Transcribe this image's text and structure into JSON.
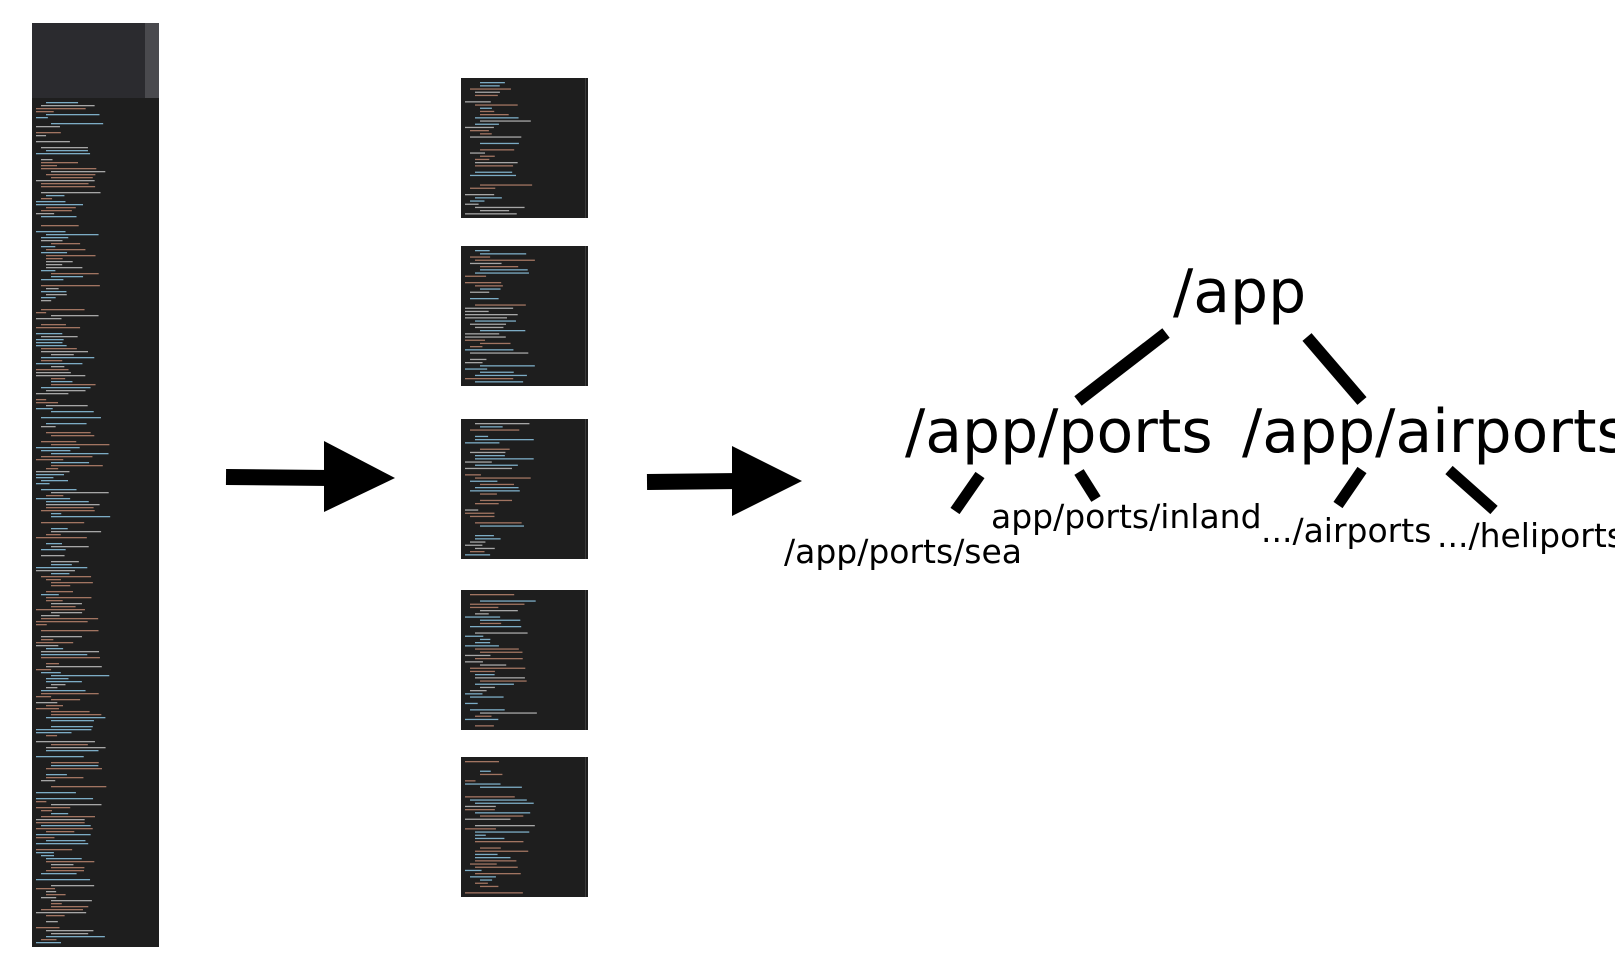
{
  "tree": {
    "root": "/app",
    "children": [
      {
        "label": "/app/ports",
        "children": [
          "/app/ports/sea",
          "app/ports/inland"
        ]
      },
      {
        "label": "/app/airports",
        "children": [
          ".../airports",
          ".../heliports"
        ]
      }
    ]
  },
  "colors": {
    "code_background": "#1e1e1e",
    "code_text_blue": "#9cdcfe",
    "code_text_orange": "#ce9178",
    "code_text_white": "#d4d4d4",
    "arrow": "#000000",
    "edge": "#000000"
  }
}
